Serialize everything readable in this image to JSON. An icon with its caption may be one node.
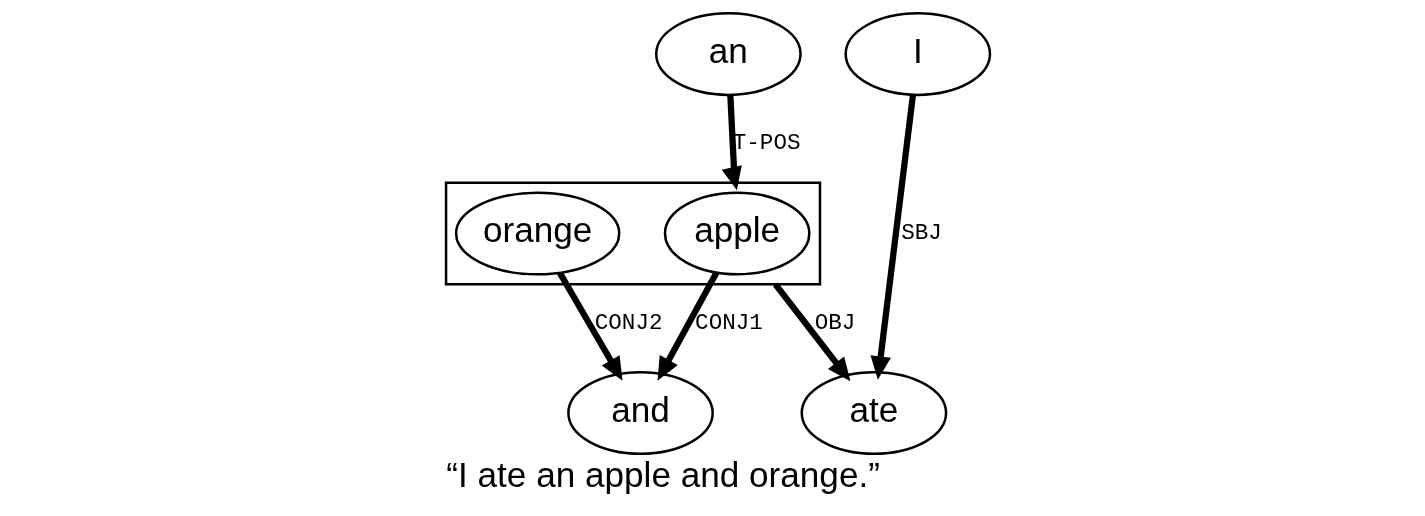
{
  "diagram": {
    "caption": "“I ate an apple and orange.”",
    "nodes": [
      {
        "text": [
          "an"
        ]
      },
      {
        "text": [],
        "shape": "box"
      },
      {
        "text": [
          "apple"
        ],
        "in": 1
      },
      {
        "text": [
          "orange"
        ],
        "in": 1
      },
      {
        "text": [
          "I"
        ]
      },
      {
        "text": [
          "and"
        ]
      },
      {
        "text": [
          "ate"
        ]
      }
    ],
    "edges": [
      {
        "from": 0,
        "to": 1,
        "arrow": "to",
        "label": "T-POS"
      },
      {
        "from": 2,
        "to": 5,
        "arrow": "to",
        "label": "CONJ1"
      },
      {
        "from": 3,
        "to": 5,
        "arrow": "to",
        "label": "CONJ2"
      },
      {
        "from": 1,
        "to": 6,
        "arrow": "to",
        "label": "OBJ"
      },
      {
        "from": 4,
        "to": 6,
        "arrow": "to",
        "label": "SBJ"
      }
    ]
  }
}
